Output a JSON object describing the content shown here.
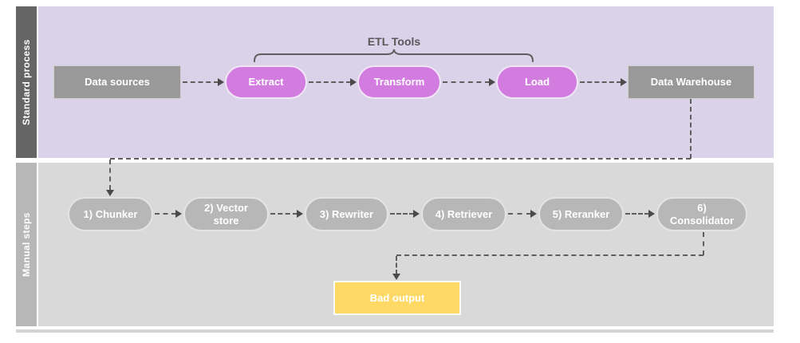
{
  "diagram": {
    "lanes": [
      {
        "id": "standard-process",
        "label": "Standard process"
      },
      {
        "id": "manual-steps",
        "label": "Manual steps"
      }
    ],
    "etl_group_label": "ETL Tools",
    "standard_nodes": [
      {
        "label": "Data sources",
        "shape": "rectangle",
        "color": "#999999"
      },
      {
        "label": "Extract",
        "shape": "pill",
        "color": "#d27ce0"
      },
      {
        "label": "Transform",
        "shape": "pill",
        "color": "#d27ce0"
      },
      {
        "label": "Load",
        "shape": "pill",
        "color": "#d27ce0"
      },
      {
        "label": "Data Warehouse",
        "shape": "rectangle",
        "color": "#999999"
      }
    ],
    "manual_nodes": [
      {
        "label": "1) Chunker",
        "shape": "pill",
        "color": "#b7b7b7"
      },
      {
        "label": "2) Vector store",
        "shape": "pill",
        "color": "#b7b7b7"
      },
      {
        "label": "3) Rewriter",
        "shape": "pill",
        "color": "#b7b7b7"
      },
      {
        "label": "4) Retriever",
        "shape": "pill",
        "color": "#b7b7b7"
      },
      {
        "label": "5) Reranker",
        "shape": "pill",
        "color": "#b7b7b7"
      },
      {
        "label": "6) Consolidator",
        "shape": "pill",
        "color": "#b7b7b7"
      }
    ],
    "output_node": {
      "label": "Bad output",
      "shape": "rectangle",
      "color": "#ffd966"
    },
    "connectors": {
      "style": "dashed",
      "color": "#5e5e5e",
      "flows": [
        "Data sources -> Extract -> Transform -> Load -> Data Warehouse",
        "Data Warehouse -> 1) Chunker",
        "1) Chunker -> 2) Vector store -> 3) Rewriter -> 4) Retriever -> 5) Reranker -> 6) Consolidator",
        "6) Consolidator -> Bad output"
      ]
    },
    "colors": {
      "lane_top_bg": "#d9d2e9",
      "lane_bottom_bg": "#d9d9d9",
      "lane_top_sidebar": "#656565",
      "lane_bottom_sidebar": "#b7b7b7",
      "group_label_text": "#595959",
      "node_text": "#ffffff"
    }
  }
}
